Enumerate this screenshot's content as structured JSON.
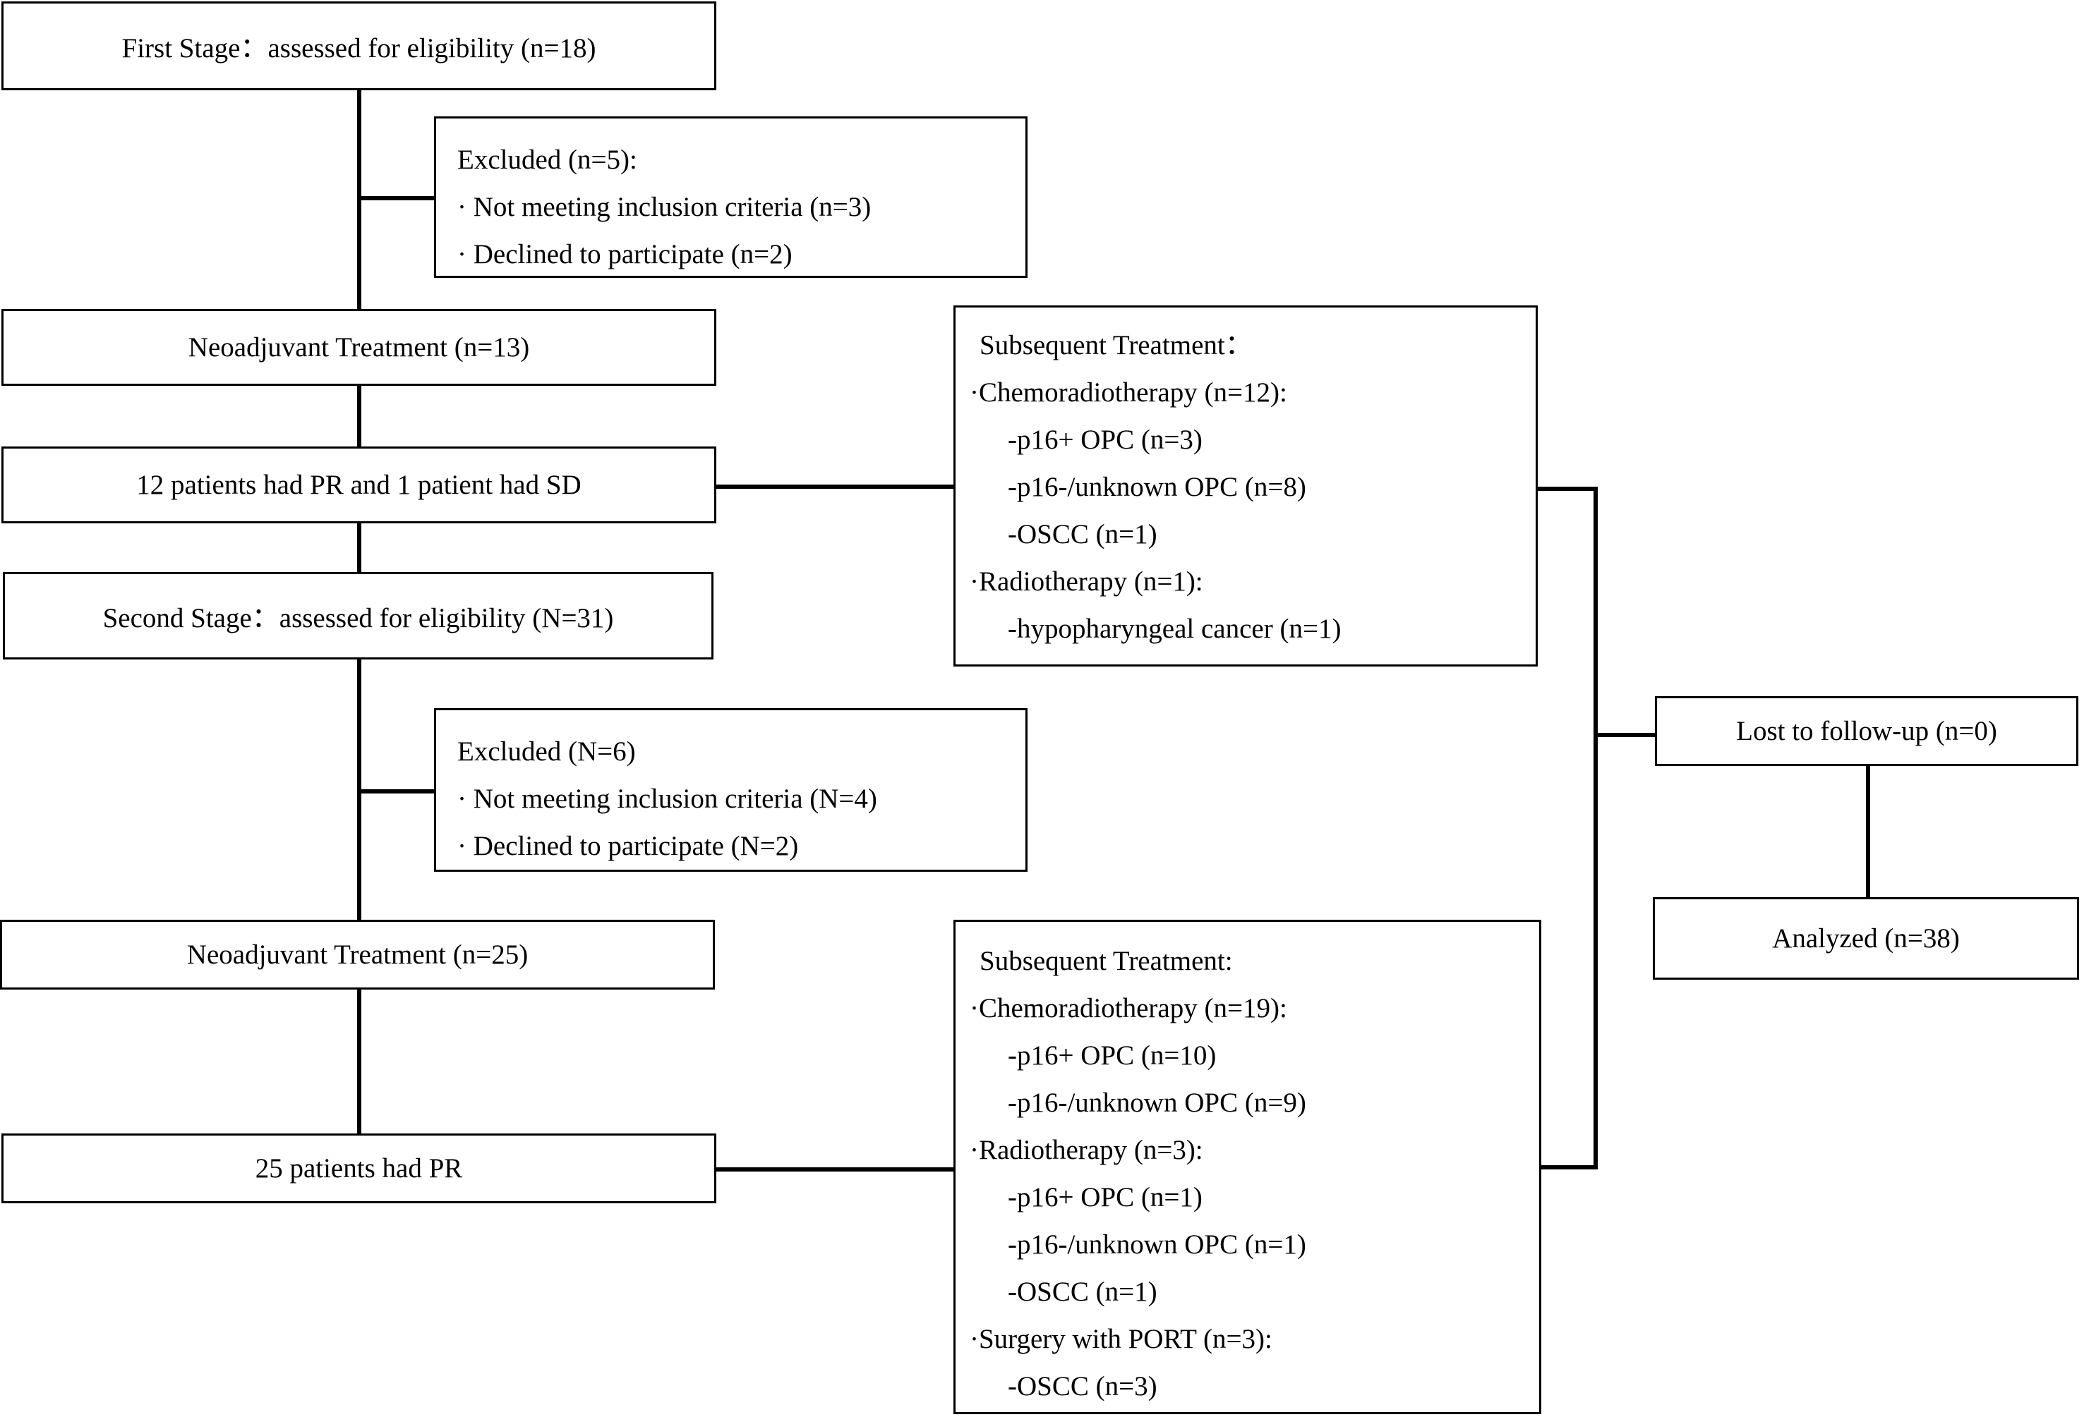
{
  "stage1": {
    "assessed": "First Stage：assessed for eligibility (n=18)",
    "excluded": {
      "title": "Excluded (n=5):",
      "items": [
        "· Not meeting inclusion criteria (n=3)",
        "· Declined to participate (n=2)"
      ]
    },
    "neoadjuvant": "Neoadjuvant Treatment (n=13)",
    "response": "12 patients had PR and 1 patient had SD",
    "subsequent": {
      "title": "Subsequent Treatment：",
      "lines": [
        "·Chemoradiotherapy (n=12):",
        "-p16+ OPC (n=3)",
        "-p16-/unknown OPC (n=8)",
        "-OSCC (n=1)",
        "·Radiotherapy (n=1):",
        "-hypopharyngeal cancer (n=1)"
      ]
    }
  },
  "stage2": {
    "assessed": "Second Stage：assessed for eligibility (N=31)",
    "excluded": {
      "title": "Excluded (N=6)",
      "items": [
        "· Not meeting inclusion criteria (N=4)",
        "· Declined to participate (N=2)"
      ]
    },
    "neoadjuvant": "Neoadjuvant Treatment (n=25)",
    "response": "25 patients had PR",
    "subsequent": {
      "title": "Subsequent Treatment:",
      "lines": [
        "·Chemoradiotherapy (n=19):",
        "-p16+ OPC (n=10)",
        "-p16-/unknown OPC (n=9)",
        "·Radiotherapy (n=3):",
        "-p16+ OPC (n=1)",
        "-p16-/unknown OPC (n=1)",
        "-OSCC (n=1)",
        "·Surgery with PORT (n=3):",
        "-OSCC (n=3)"
      ]
    }
  },
  "lost_to_followup": "Lost to follow-up (n=0)",
  "analyzed": "Analyzed (n=38)"
}
